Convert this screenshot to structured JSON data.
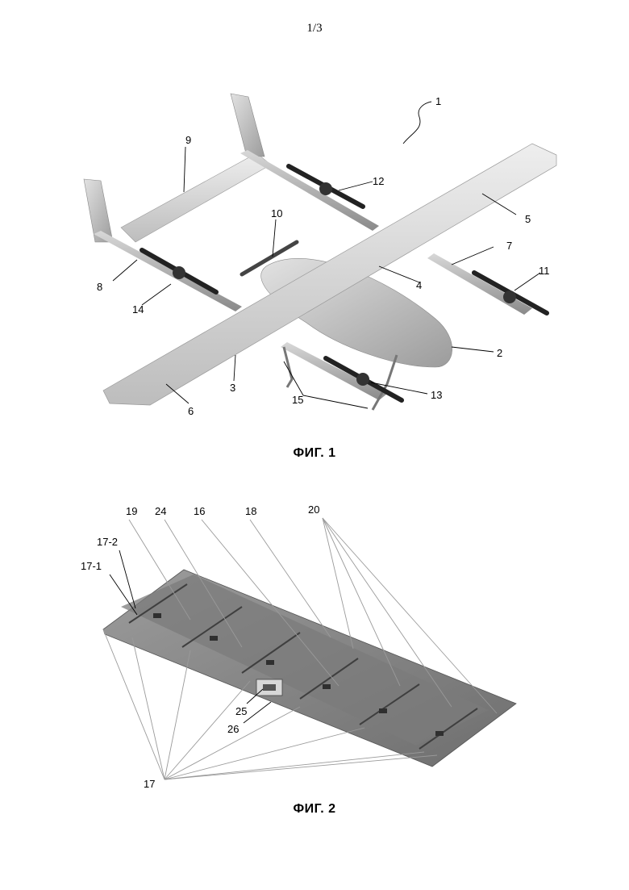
{
  "page": {
    "number": "1/3"
  },
  "figures": [
    {
      "caption": "ФИГ. 1",
      "labels": [
        "1",
        "2",
        "3",
        "4",
        "5",
        "6",
        "7",
        "8",
        "9",
        "10",
        "11",
        "12",
        "13",
        "14",
        "15"
      ]
    },
    {
      "caption": "ФИГ. 2",
      "labels": [
        "16",
        "17",
        "17-1",
        "17-2",
        "18",
        "19",
        "20",
        "24",
        "25",
        "26"
      ]
    }
  ]
}
